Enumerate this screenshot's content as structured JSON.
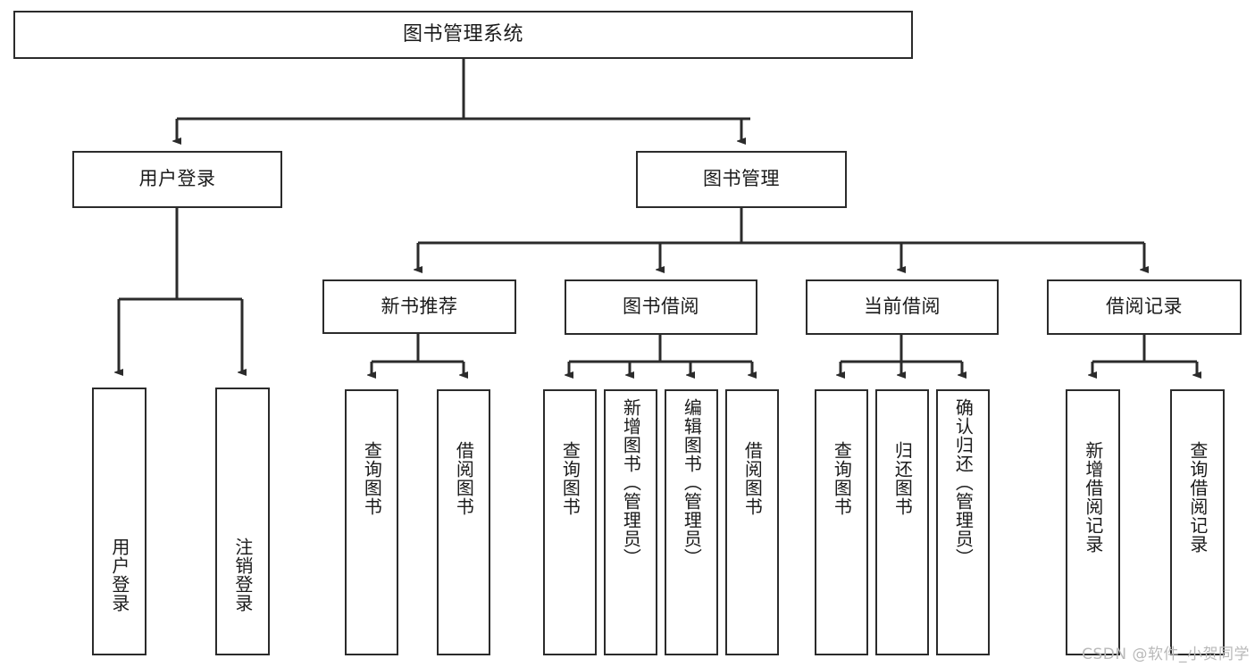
{
  "diagram": {
    "type": "tree-hierarchy",
    "title": "图书管理系统",
    "orientation": "top-down",
    "colors": {
      "line": "#2b2b2b",
      "box_border": "#2b2b2b",
      "box_fill": "#ffffff",
      "text": "#1b1b1b",
      "watermark": "#b9b9b9"
    },
    "root": {
      "label": "图书管理系统"
    },
    "level2": [
      {
        "label": "用户登录"
      },
      {
        "label": "图书管理"
      }
    ],
    "level3": [
      {
        "label": "新书推荐"
      },
      {
        "label": "图书借阅"
      },
      {
        "label": "当前借阅"
      },
      {
        "label": "借阅记录"
      }
    ],
    "leaves": {
      "user_login": [
        {
          "label": "用户登录"
        },
        {
          "label": "注销登录"
        }
      ],
      "new_book_recommend": [
        {
          "label": "查询图书"
        },
        {
          "label": "借阅图书"
        }
      ],
      "book_borrow": [
        {
          "label": "查询图书"
        },
        {
          "label": "新增图书（管理员）"
        },
        {
          "label": "编辑图书（管理员）"
        },
        {
          "label": "借阅图书"
        }
      ],
      "current_borrow": [
        {
          "label": "查询图书"
        },
        {
          "label": "归还图书"
        },
        {
          "label": "确认归还（管理员）"
        }
      ],
      "borrow_record": [
        {
          "label": "新增借阅记录"
        },
        {
          "label": "查询借阅记录"
        }
      ]
    }
  },
  "watermark": {
    "text": "CSDN @软件_小贺同学"
  }
}
